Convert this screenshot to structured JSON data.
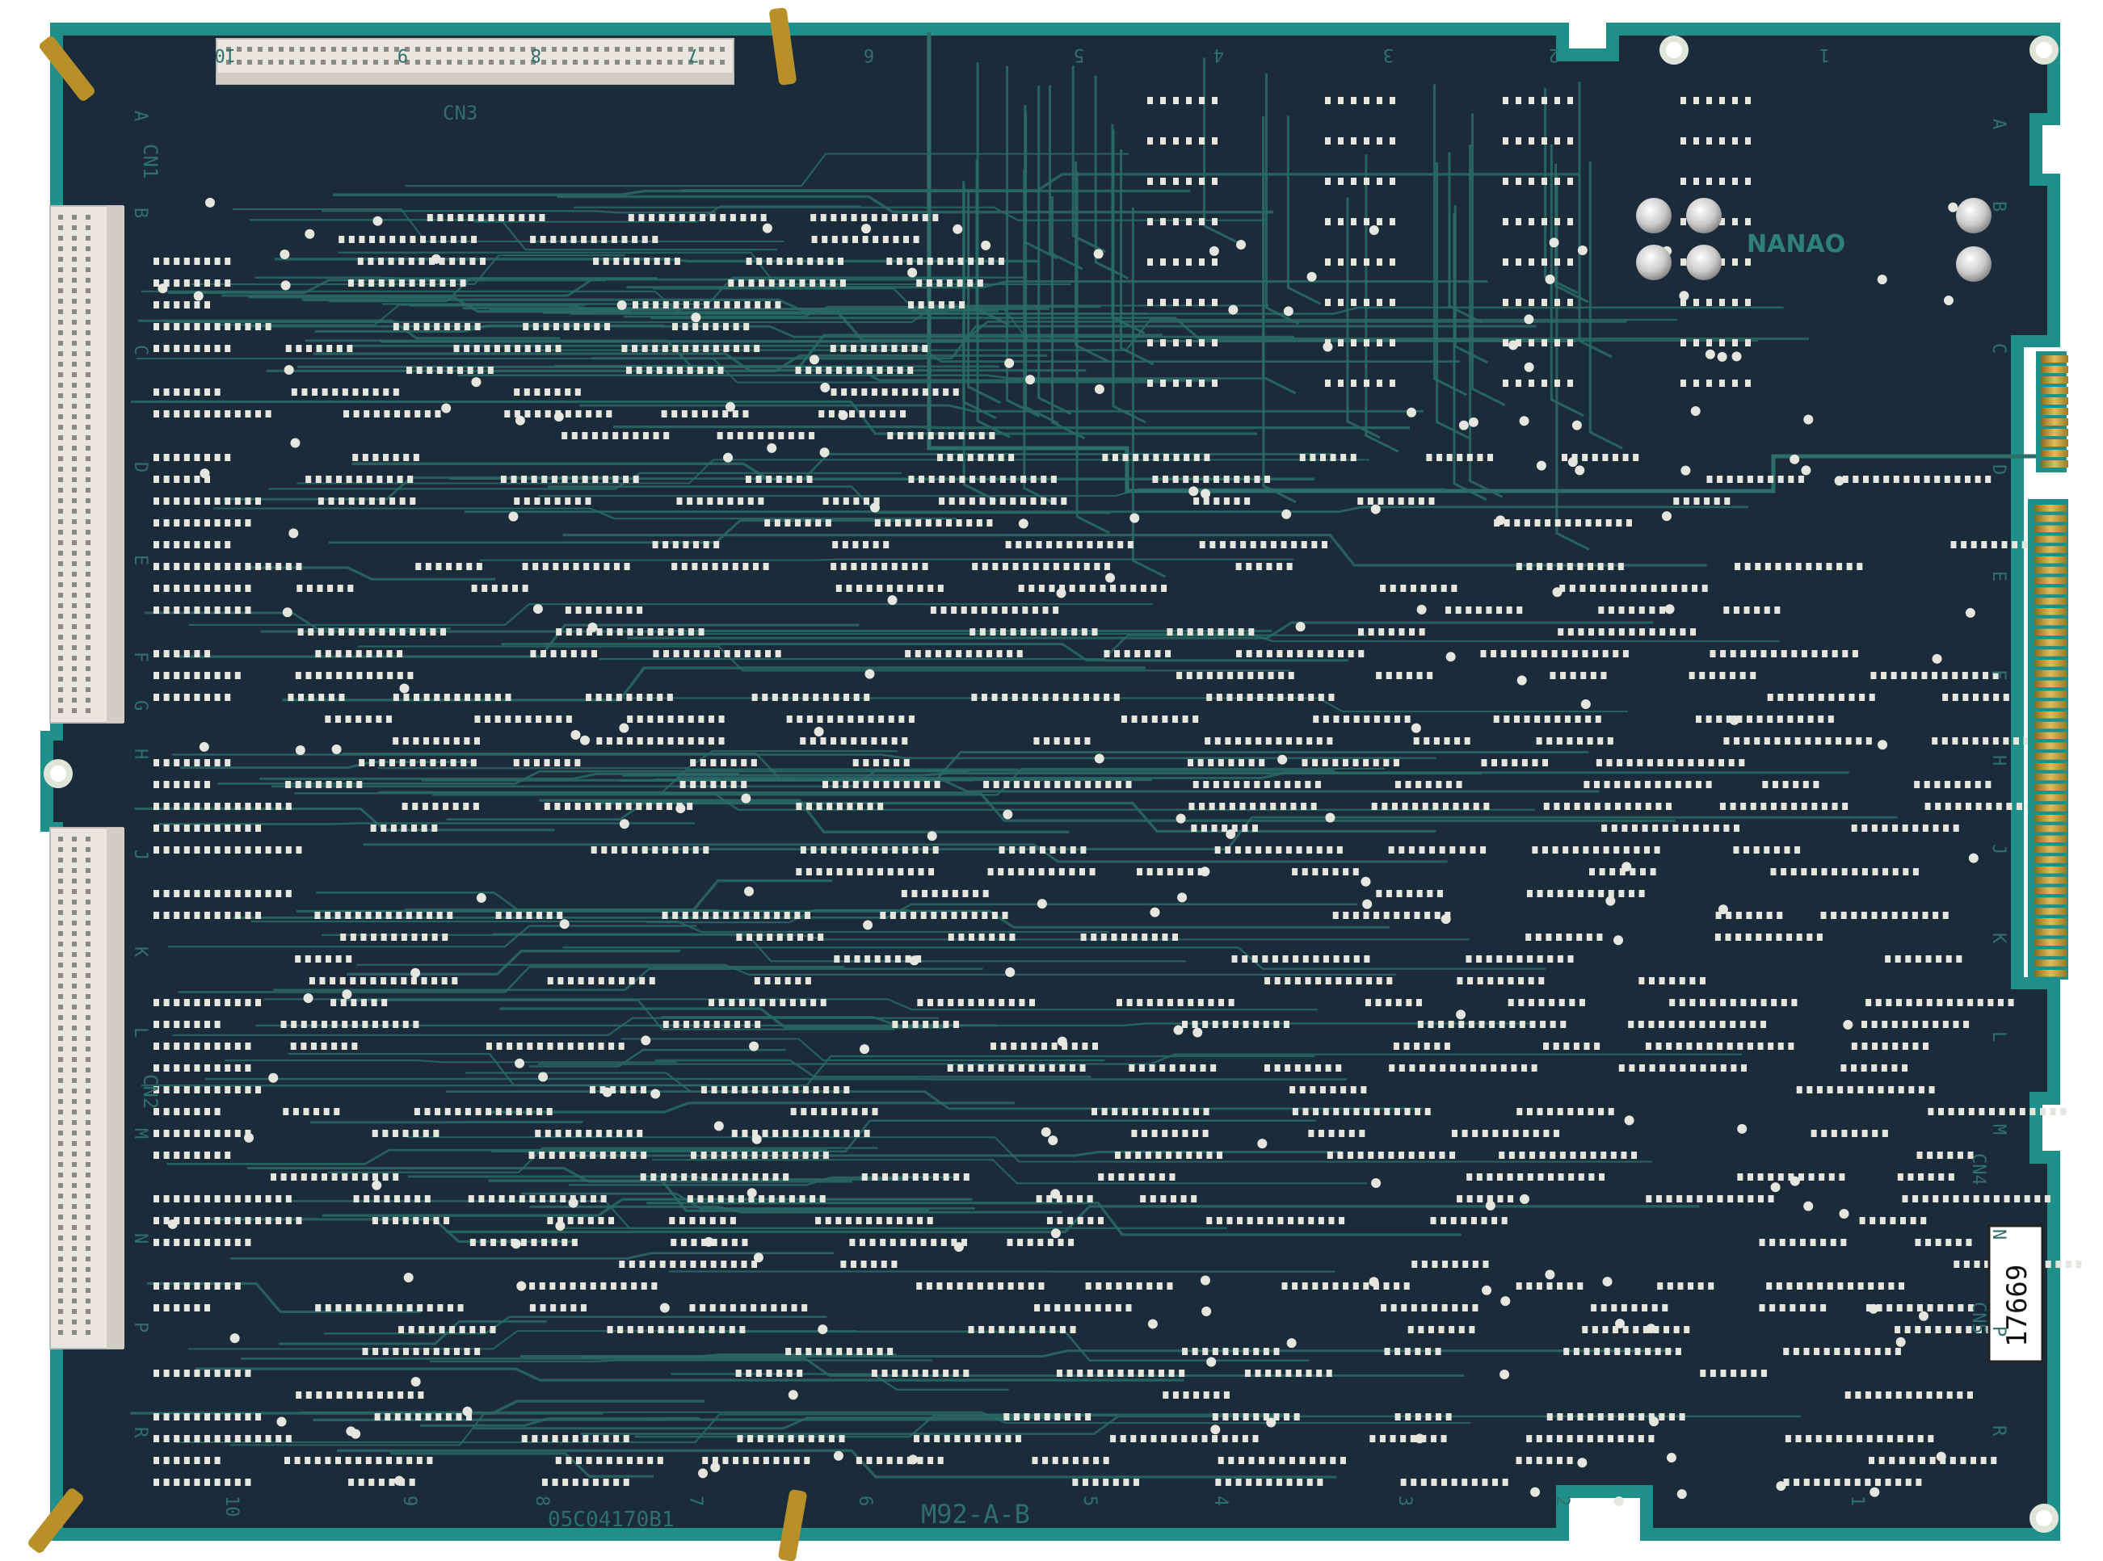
{
  "board": {
    "brand": "NANAO",
    "board_code": "M92-A-B",
    "serial_print": "05C04170B1",
    "sticker": "17669",
    "colors": {
      "background": "#ffffff",
      "board_edge": "#1f8f8a",
      "solder_mask": "#1b2b3a",
      "trace": "#2a6a64",
      "pad": "#e6e6e0",
      "gold": "#c9a238",
      "connector_body": "#e8e6de",
      "standoff": "#b8902a"
    }
  },
  "connectors": {
    "cn1": "CN1",
    "cn2": "CN2",
    "cn3": "CN3",
    "cn4": "CN4",
    "cn5": "CN5"
  },
  "column_labels_top": [
    "10",
    "9",
    "8",
    "7",
    "6",
    "5",
    "4",
    "3",
    "2",
    "1"
  ],
  "column_labels_bottom": [
    "10",
    "9",
    "8",
    "7",
    "6",
    "5",
    "4",
    "3",
    "2",
    "1"
  ],
  "row_labels_left": [
    "A",
    "B",
    "C",
    "D",
    "E",
    "F",
    "G",
    "H",
    "J",
    "K",
    "L",
    "M",
    "N",
    "P",
    "R"
  ],
  "row_labels_right": [
    "A",
    "B",
    "C",
    "D",
    "E",
    "F",
    "H",
    "J",
    "K",
    "L",
    "M",
    "N",
    "P",
    "R"
  ]
}
